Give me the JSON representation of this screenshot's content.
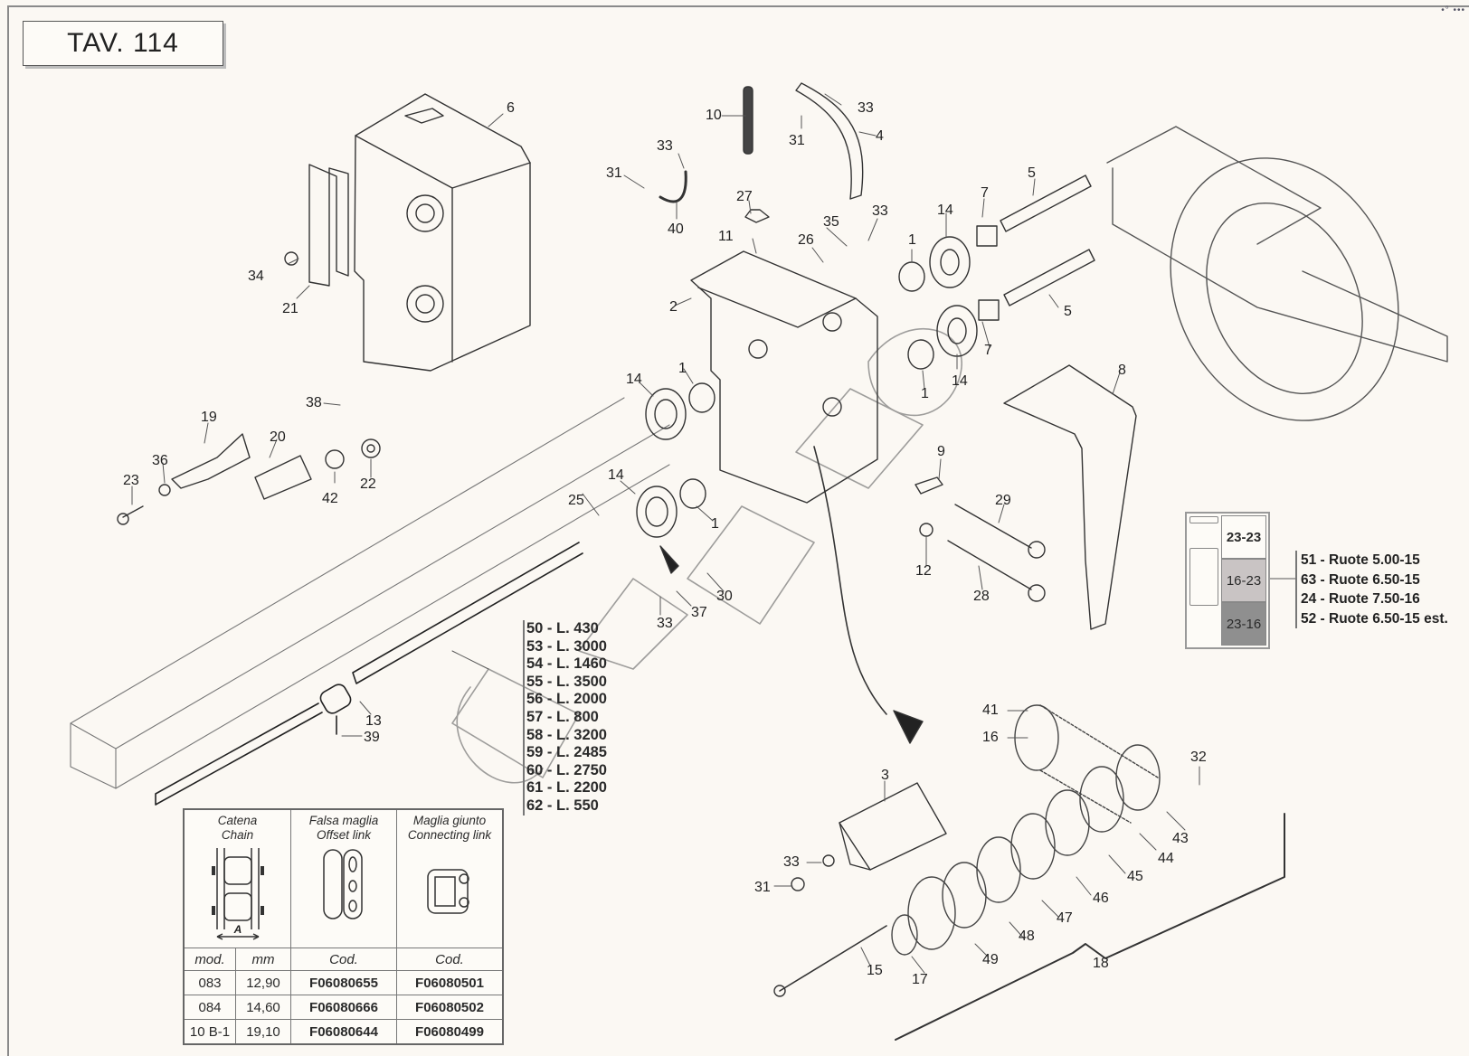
{
  "title": "TAV. 114",
  "corner_mark": "•° •••",
  "part_labels": [
    {
      "id": "6",
      "label": "6"
    },
    {
      "id": "34",
      "label": "34"
    },
    {
      "id": "21",
      "label": "21"
    },
    {
      "id": "10",
      "label": "10"
    },
    {
      "id": "33a",
      "label": "33"
    },
    {
      "id": "31a",
      "label": "31"
    },
    {
      "id": "4",
      "label": "4"
    },
    {
      "id": "33b",
      "label": "33"
    },
    {
      "id": "31b",
      "label": "31"
    },
    {
      "id": "40",
      "label": "40"
    },
    {
      "id": "27",
      "label": "27"
    },
    {
      "id": "11",
      "label": "11"
    },
    {
      "id": "26",
      "label": "26"
    },
    {
      "id": "35",
      "label": "35"
    },
    {
      "id": "33c",
      "label": "33"
    },
    {
      "id": "2",
      "label": "2"
    },
    {
      "id": "1a",
      "label": "1"
    },
    {
      "id": "14a",
      "label": "14"
    },
    {
      "id": "7a",
      "label": "7"
    },
    {
      "id": "5a",
      "label": "5"
    },
    {
      "id": "5b",
      "label": "5"
    },
    {
      "id": "7b",
      "label": "7"
    },
    {
      "id": "14b",
      "label": "14"
    },
    {
      "id": "1b",
      "label": "1"
    },
    {
      "id": "14c",
      "label": "14"
    },
    {
      "id": "1c",
      "label": "1"
    },
    {
      "id": "8",
      "label": "8"
    },
    {
      "id": "38",
      "label": "38"
    },
    {
      "id": "19",
      "label": "19"
    },
    {
      "id": "20",
      "label": "20"
    },
    {
      "id": "36",
      "label": "36"
    },
    {
      "id": "23",
      "label": "23"
    },
    {
      "id": "42",
      "label": "42"
    },
    {
      "id": "22",
      "label": "22"
    },
    {
      "id": "14d",
      "label": "14"
    },
    {
      "id": "25",
      "label": "25"
    },
    {
      "id": "1d",
      "label": "1"
    },
    {
      "id": "30",
      "label": "30"
    },
    {
      "id": "37",
      "label": "37"
    },
    {
      "id": "33d",
      "label": "33"
    },
    {
      "id": "9",
      "label": "9"
    },
    {
      "id": "29",
      "label": "29"
    },
    {
      "id": "12",
      "label": "12"
    },
    {
      "id": "28",
      "label": "28"
    },
    {
      "id": "13",
      "label": "13"
    },
    {
      "id": "39",
      "label": "39"
    },
    {
      "id": "3",
      "label": "3"
    },
    {
      "id": "33e",
      "label": "33"
    },
    {
      "id": "31c",
      "label": "31"
    },
    {
      "id": "15",
      "label": "15"
    },
    {
      "id": "17",
      "label": "17"
    },
    {
      "id": "41",
      "label": "41"
    },
    {
      "id": "16",
      "label": "16"
    },
    {
      "id": "32",
      "label": "32"
    },
    {
      "id": "43",
      "label": "43"
    },
    {
      "id": "44",
      "label": "44"
    },
    {
      "id": "45",
      "label": "45"
    },
    {
      "id": "46",
      "label": "46"
    },
    {
      "id": "47",
      "label": "47"
    },
    {
      "id": "48",
      "label": "48"
    },
    {
      "id": "49",
      "label": "49"
    },
    {
      "id": "18",
      "label": "18"
    }
  ],
  "shaft_lengths": [
    "50 - L. 430",
    "53 - L. 3000",
    "54 - L. 1460",
    "55 - L. 3500",
    "56 - L. 2000",
    "57 - L. 800",
    "58 - L. 3200",
    "59 - L. 2485",
    "60 - L. 2750",
    "61 - L. 2200",
    "62 - L. 550"
  ],
  "gear_ratios": [
    "23-23",
    "16-23",
    "23-16"
  ],
  "gear_ratio_colors": [
    "#fdfbf7",
    "#c9c4c4",
    "#8f8f8f"
  ],
  "wheels": [
    "51 - Ruote 5.00-15",
    "63 - Ruote 6.50-15",
    "24 - Ruote 7.50-16",
    "52 - Ruote 6.50-15 est."
  ],
  "chain_table": {
    "headers": [
      {
        "line1": "Catena",
        "line2": "Chain"
      },
      {
        "line1": "Falsa maglia",
        "line2": "Offset link"
      },
      {
        "line1": "Maglia giunto",
        "line2": "Connecting link"
      }
    ],
    "dimension_label": "A",
    "subheaders": [
      "mod.",
      "mm",
      "Cod.",
      "Cod."
    ],
    "rows": [
      [
        "083",
        "12,90",
        "F06080655",
        "F06080501"
      ],
      [
        "084",
        "14,60",
        "F06080666",
        "F06080502"
      ],
      [
        "10 B-1",
        "19,10",
        "F06080644",
        "F06080499"
      ]
    ]
  }
}
